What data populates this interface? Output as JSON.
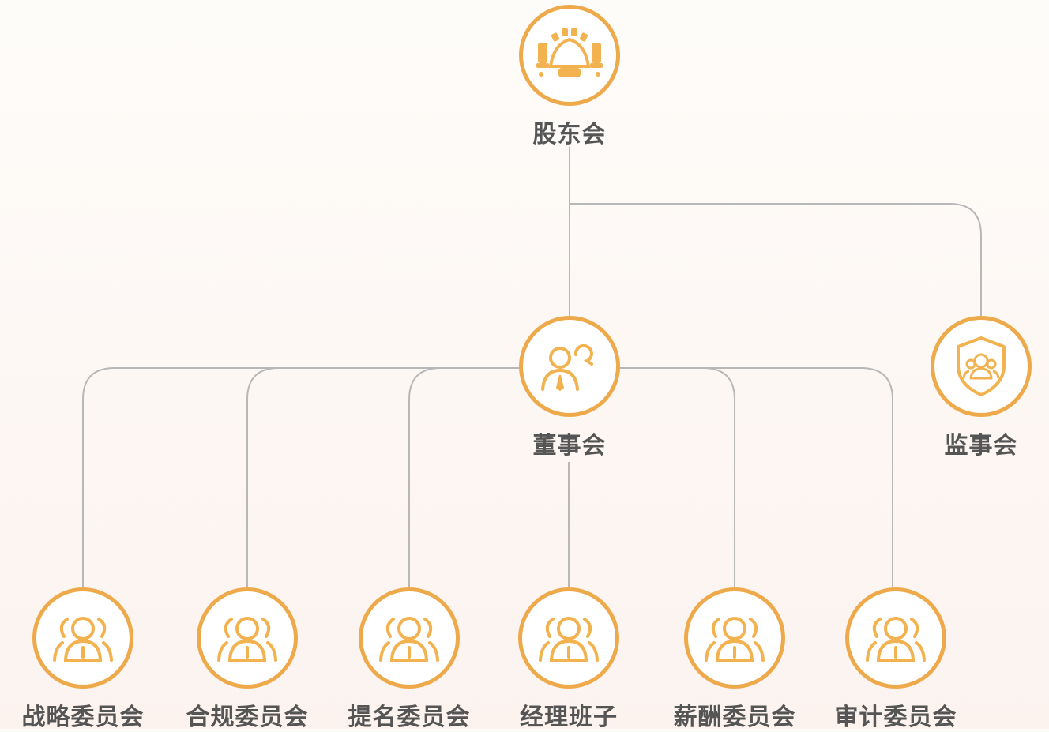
{
  "theme": {
    "accent": "#eea94a",
    "accent_fill": "#f1b24f",
    "line": "#b8b8b8",
    "text": "#555555"
  },
  "nodes": {
    "shareholders": {
      "label": "股东会",
      "icon": "meeting-table-icon"
    },
    "board": {
      "label": "董事会",
      "icon": "executive-icon"
    },
    "supervisors": {
      "label": "监事会",
      "icon": "shield-group-icon"
    },
    "strategy": {
      "label": "战略委员会",
      "icon": "group-icon"
    },
    "compliance": {
      "label": "合规委员会",
      "icon": "group-icon"
    },
    "nomination": {
      "label": "提名委员会",
      "icon": "group-icon"
    },
    "management": {
      "label": "经理班子",
      "icon": "group-icon"
    },
    "compensation": {
      "label": "薪酬委员会",
      "icon": "group-icon"
    },
    "audit": {
      "label": "审计委员会",
      "icon": "group-icon"
    }
  }
}
